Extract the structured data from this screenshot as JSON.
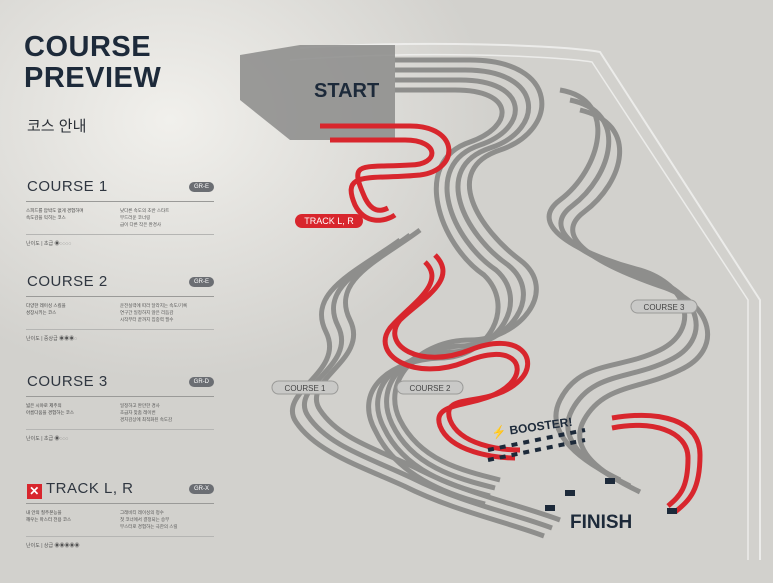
{
  "header": {
    "title_line1": "COURSE",
    "title_line2": "PREVIEW",
    "subtitle": "코스 안내"
  },
  "courses": [
    {
      "name": "COURSE 1",
      "tag": "GR-E",
      "left": [
        "스피드를 압박도 없게 경험하며",
        "속도감을 익히는 코스"
      ],
      "right": [
        "낮다른 속도의 초반 스타트",
        "부드러운 코너링",
        "급이 다른 작은 완경사"
      ],
      "level": "난이도 | 초급 ◉◌◌◌◌"
    },
    {
      "name": "COURSE 2",
      "tag": "GR-E",
      "left": [
        "다양한 레이싱 스킬을",
        "성장시키는 코스"
      ],
      "right": [
        "운전실력에 따라 달라지는 속도/기록",
        "연구간 일정하지 않은 리듬감",
        "시작부터 끝까지 집중력 필수"
      ],
      "level": "난이도 | 중상급 ◉◉◉◌"
    },
    {
      "name": "COURSE 3",
      "tag": "GR-D",
      "left": [
        "넓은 시야로 제주의",
        "아름다움을 경험하는 코스"
      ],
      "right": [
        "일정하고 완만한 경사",
        "초급자 맞춤 레이번",
        "경치감상에 최적화된 속도감"
      ],
      "level": "난이도 | 초급 ◉◌◌◌"
    },
    {
      "name": "TRACK L, R",
      "tag": "GR-X",
      "left": [
        "내 안의 질주본능을",
        "깨우는 마스터 전용 코스"
      ],
      "right": [
        "그래비티 레이싱의 정수",
        "첫 코너에서 결정되는 승부",
        "부스터로 경험하는 극한의 스릴"
      ],
      "level": "난이도 | 상급 ◉◉◉◉◉"
    }
  ],
  "map": {
    "start": "START",
    "finish": "FINISH",
    "booster": "⚡ BOOSTER!",
    "labels": {
      "track": "TRACK L, R",
      "course1": "COURSE 1",
      "course2": "COURSE 2",
      "course3": "COURSE 3"
    }
  },
  "colors": {
    "accent": "#d8262d",
    "navy": "#1d2a3a",
    "gray_track": "#8e8e8c"
  }
}
